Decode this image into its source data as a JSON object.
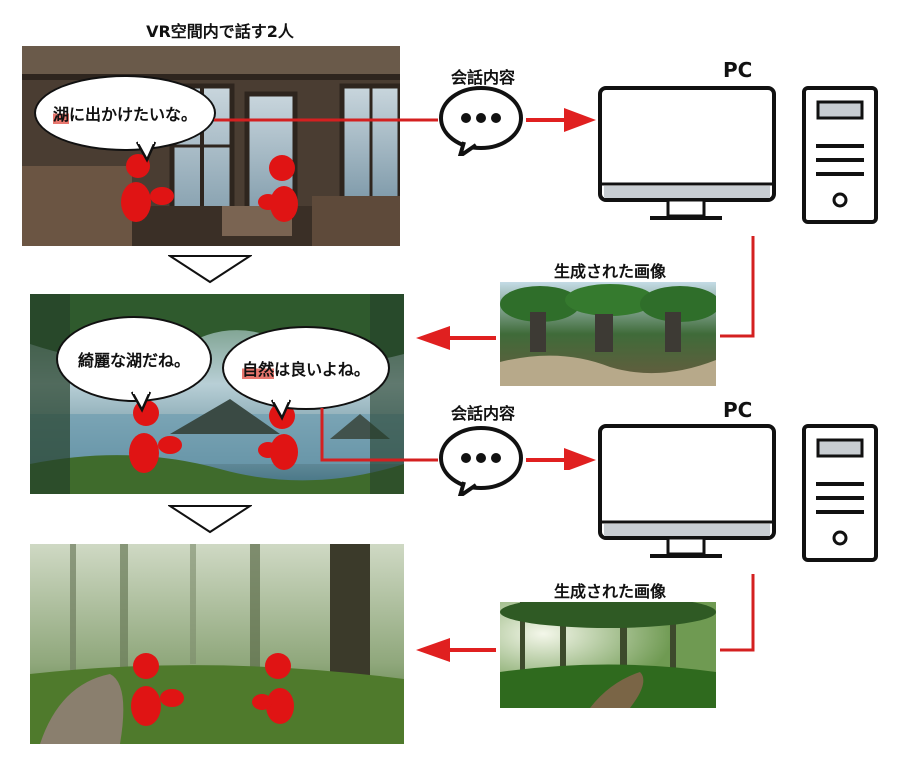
{
  "title": "VR空間内で話す2人",
  "stage1": {
    "bubble": {
      "highlight": "湖",
      "rest": "に出かけたいな。"
    }
  },
  "stage2": {
    "bubble_left": "綺麗な湖だね。",
    "bubble_right": {
      "highlight": "自然",
      "rest": "は良いよね。"
    }
  },
  "flows": [
    {
      "conversation_label": "会話内容",
      "pc_label": "PC",
      "generated_label": "生成された画像"
    },
    {
      "conversation_label": "会話内容",
      "pc_label": "PC",
      "generated_label": "生成された画像"
    }
  ],
  "colors": {
    "arrow": "#e02020",
    "line": "#d42020",
    "figure": "#e01414",
    "bubble_highlight": "#e8776e"
  }
}
